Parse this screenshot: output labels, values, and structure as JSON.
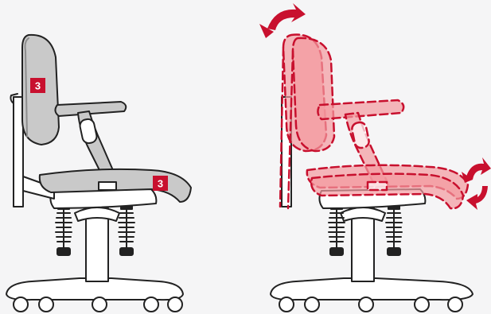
{
  "illustration": {
    "panels": [
      {
        "variant": "default",
        "badges": [
          {
            "label": "3",
            "marks": "backrest-adjustment"
          },
          {
            "label": "3",
            "marks": "seat-adjustment"
          }
        ]
      },
      {
        "variant": "tilt-motion",
        "badges": []
      }
    ]
  },
  "colors": {
    "background": "#f5f5f6",
    "outline": "#222222",
    "chair_fill": "#ffffff",
    "upholstery": "#c9c9c9",
    "upholstery_dark": "#8d8d8d",
    "badge": "#c8102e",
    "motion_fill": "#f39a9f",
    "motion_outline": "#c8102e",
    "arrow": "#c8102e"
  }
}
